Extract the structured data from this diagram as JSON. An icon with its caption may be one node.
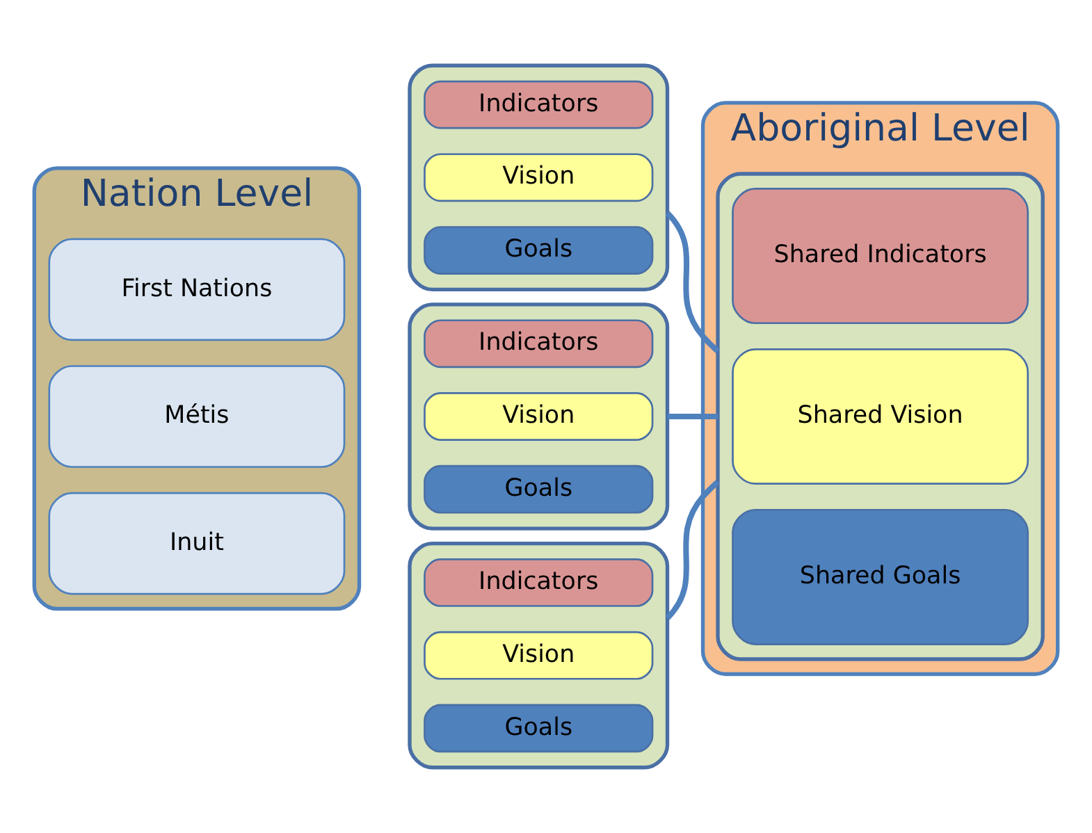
{
  "diagram": {
    "nodes": [
      {
        "text": [
          "Nation Level"
        ]
      },
      {
        "text": [
          "First Nations"
        ],
        "in": 0
      },
      {
        "text": [],
        "shape": "box"
      },
      {
        "text": [
          "Indicators"
        ],
        "in": 2
      },
      {
        "text": [
          "Vision"
        ],
        "in": 2
      },
      {
        "text": [
          "Goals"
        ],
        "in": 2
      },
      {
        "text": [
          "Métis"
        ],
        "in": 0
      },
      {
        "text": [],
        "shape": "box"
      },
      {
        "text": [
          "Indicators"
        ],
        "in": 7
      },
      {
        "text": [
          "Vision"
        ],
        "in": 7
      },
      {
        "text": [
          "Goals"
        ],
        "in": 7
      },
      {
        "text": [
          "Inuit"
        ],
        "in": 0
      },
      {
        "text": [],
        "shape": "box"
      },
      {
        "text": [
          "Indicators"
        ],
        "in": 12
      },
      {
        "text": [
          "Vision"
        ],
        "in": 12
      },
      {
        "text": [
          "Goals"
        ],
        "in": 12
      },
      {
        "text": [
          "Aboriginal Level"
        ]
      },
      {
        "text": [],
        "shape": "box",
        "in": 16
      },
      {
        "text": [
          "Shared Indicators"
        ],
        "in": 17
      },
      {
        "text": [
          "Shared Vision"
        ],
        "in": 17
      },
      {
        "text": [
          "Shared Goals"
        ],
        "in": 17
      }
    ],
    "edges": [
      {
        "from": 2,
        "to": 17,
        "arrow": "none"
      },
      {
        "from": 7,
        "to": 17,
        "arrow": "none"
      },
      {
        "from": 12,
        "to": 17,
        "arrow": "none"
      }
    ]
  }
}
